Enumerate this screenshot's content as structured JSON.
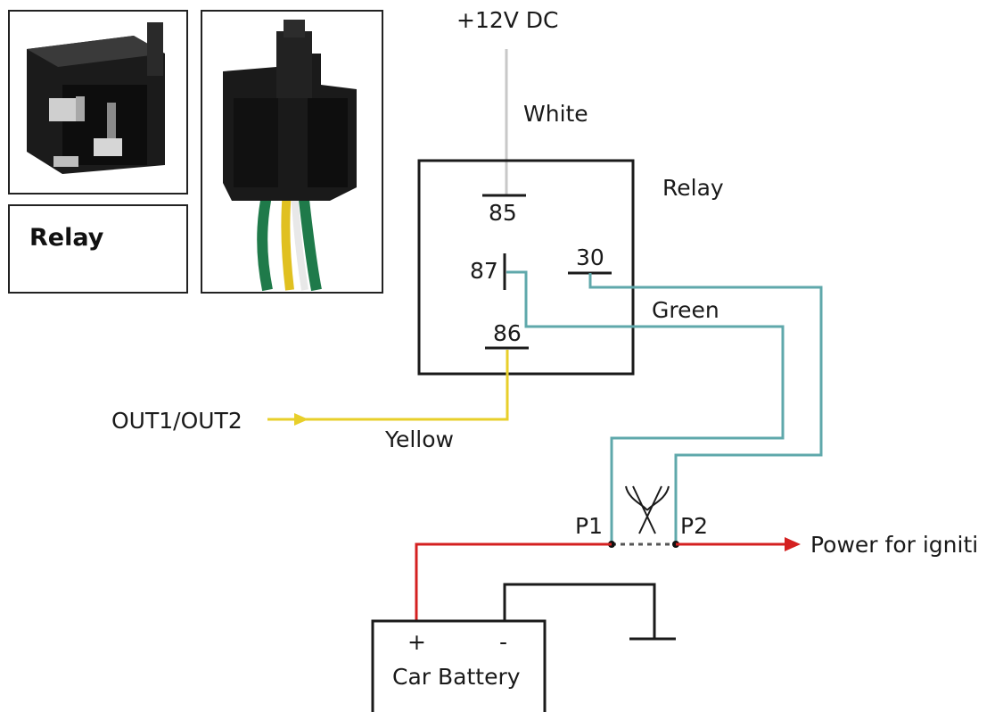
{
  "photos": {
    "relay_caption": "Relay"
  },
  "supply": {
    "label": "+12V DC",
    "wire_color_name": "White"
  },
  "relay": {
    "label": "Relay",
    "pins": {
      "p85": "85",
      "p87": "87",
      "p30": "30",
      "p86": "86"
    }
  },
  "wires": {
    "green_label": "Green",
    "yellow_label": "Yellow",
    "white_hex": "#c8c8c8",
    "green_hex": "#5fa8ab",
    "yellow_hex": "#e8cf2a",
    "red_hex": "#d42020"
  },
  "control": {
    "label": "OUT1/OUT2"
  },
  "ignition": {
    "p1_label": "P1",
    "p2_label": "P2",
    "output_label": "Power for igniti"
  },
  "battery": {
    "plus": "+",
    "minus": "-",
    "label": "Car Battery"
  }
}
